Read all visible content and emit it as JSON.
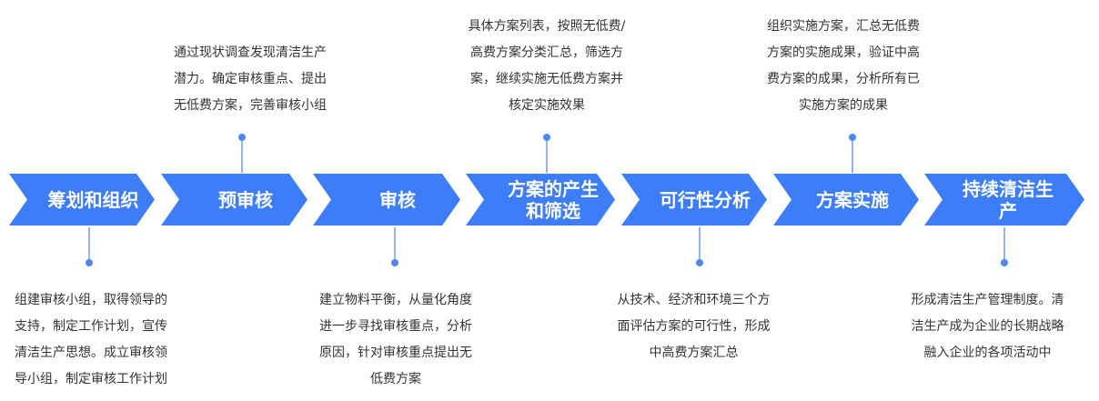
{
  "colors": {
    "arrow": "#3D7DF7",
    "connector": "#6E9BF0",
    "dot": "#4F87F2",
    "text": "#333333"
  },
  "steps": [
    {
      "label": "筹划和组织",
      "desc": [
        "组建审核小组，取得领导的",
        "支持，制定工作计划，宣传",
        "清洁生产思想。成立审核领",
        "导小组，制定审核工作计划"
      ]
    },
    {
      "label": "预审核",
      "desc": [
        "通过现状调查发现清洁生产",
        "潜力。确定审核重点、提出",
        "无低费方案，完善审核小组"
      ]
    },
    {
      "label": "审核",
      "desc": [
        "建立物料平衡，从量化角度",
        "进一步寻找审核重点，分析",
        "原因，针对审核重点提出无",
        "低费方案"
      ]
    },
    {
      "label": "方案的产生和筛选",
      "desc": [
        "具体方案列表，按照无低费/",
        "高费方案分类汇总，筛选方",
        "案，继续实施无低费方案并",
        "核定实施效果"
      ]
    },
    {
      "label": "可行性分析",
      "desc": [
        "从技术、经济和环境三个方",
        "面评估方案的可行性，形成",
        "中高费方案汇总"
      ]
    },
    {
      "label": "方案实施",
      "desc": [
        "组织实施方案，汇总无低费",
        "方案的实施成果，验证中高",
        "费方案的成果，分析所有已",
        "实施方案的成果"
      ]
    },
    {
      "label": "持续清洁生产",
      "desc": [
        "形成清洁生产管理制度。清",
        "洁生产成为企业的长期战略",
        "融入企业的各项活动中"
      ]
    }
  ]
}
